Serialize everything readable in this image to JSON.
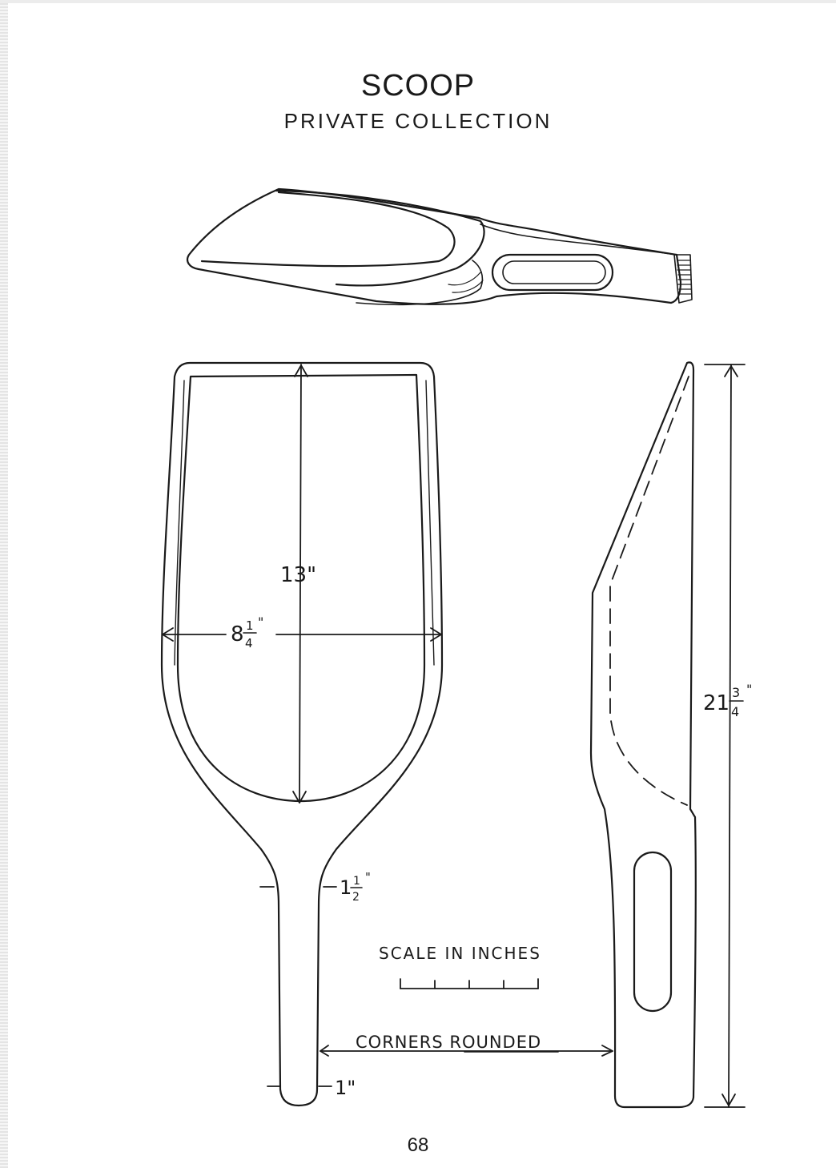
{
  "page": {
    "title": "SCOOP",
    "subtitle": "PRIVATE COLLECTION",
    "page_number": "68"
  },
  "dimensions": {
    "length": "13\"",
    "width_whole": "8",
    "width_frac_num": "1",
    "width_frac_den": "4",
    "width_unit": "\"",
    "neck_whole": "1",
    "neck_frac_num": "1",
    "neck_frac_den": "2",
    "neck_unit": "\"",
    "end": "1\"",
    "overall_whole": "21",
    "overall_frac_num": "3",
    "overall_frac_den": "4",
    "overall_unit": "\""
  },
  "notes": {
    "scale_label": "SCALE IN INCHES",
    "corners": "CORNERS ROUNDED"
  },
  "colors": {
    "ink": "#1a1a1a",
    "paper": "#ffffff"
  }
}
